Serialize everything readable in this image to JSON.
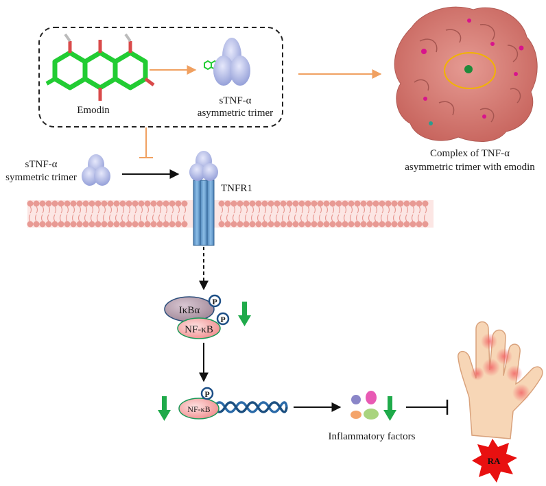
{
  "labels": {
    "emodin": "Emodin",
    "stnf_asym_line1": "sTNF-α",
    "stnf_asym_line2": "asymmetric trimer",
    "complex_line1": "Complex of TNF-α",
    "complex_line2": "asymmetric trimer with emodin",
    "stnf_sym_line1": "sTNF-α",
    "stnf_sym_line2": "symmetric trimer",
    "tnfr1": "TNFR1",
    "ikba": "IκBα",
    "nfkb": "NF-κB",
    "nfkb_small": "NF-κB",
    "phospho": "P",
    "inflammatory": "Inflammatory factors",
    "ra": "RA"
  },
  "colors": {
    "orange_arrow": "#f0a060",
    "green_arrow": "#1faa4a",
    "emodin_green": "#22cc33",
    "protein_surface": "#d97b74",
    "membrane": "#e89a94",
    "receptor": "#5b95c8",
    "dna": "#2a6aa8",
    "ra_star": "#e81010"
  }
}
